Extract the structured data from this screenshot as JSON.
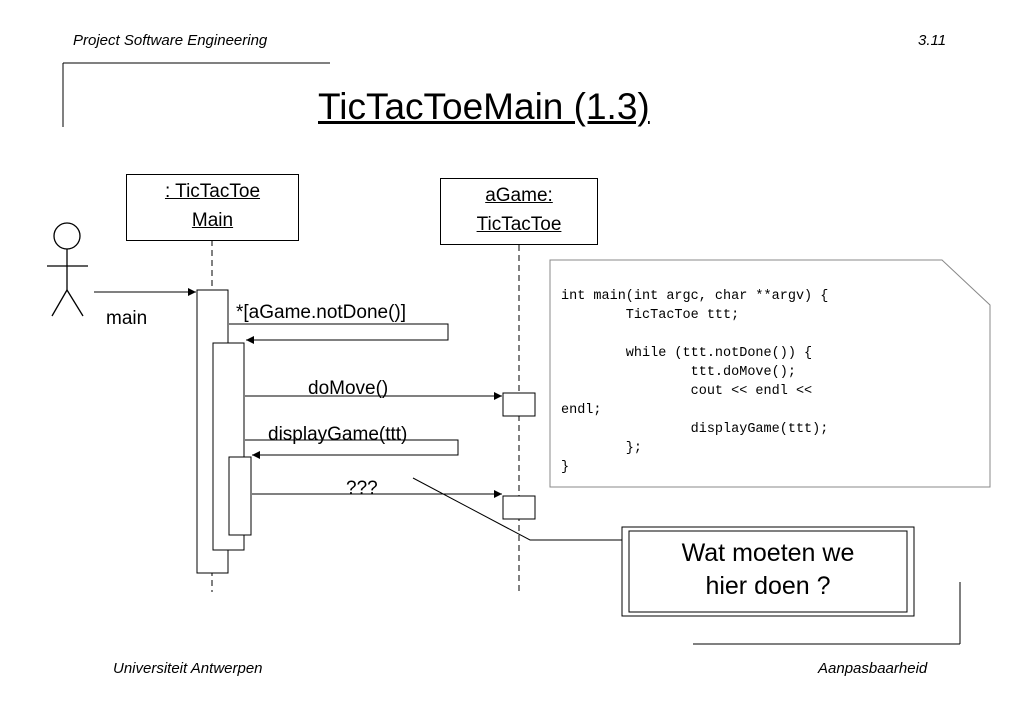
{
  "header": {
    "course": "Project Software Engineering",
    "slide_number": "3.11"
  },
  "title": "TicTacToeMain (1.3)",
  "actor": {
    "message": "main"
  },
  "objects": {
    "main": {
      "line1": ": TicTacToe",
      "line2": "Main"
    },
    "game": {
      "line1": "aGame:",
      "line2": "TicTacToe"
    }
  },
  "messages": {
    "loop": "*[aGame.notDone()]",
    "do_move": "doMove()",
    "display": "displayGame(ttt)",
    "unknown": "???"
  },
  "code_lines": [
    "int main(int argc, char **argv) {",
    "        TicTacToe ttt;",
    "",
    "        while (ttt.notDone()) {",
    "                ttt.doMove();",
    "                cout << endl <<",
    "endl;",
    "                displayGame(ttt);",
    "        };",
    "}"
  ],
  "note": {
    "line1": "Wat moeten we",
    "line2": "hier doen ?"
  },
  "footer": {
    "left": "Universiteit Antwerpen",
    "right": "Aanpasbaarheid"
  }
}
